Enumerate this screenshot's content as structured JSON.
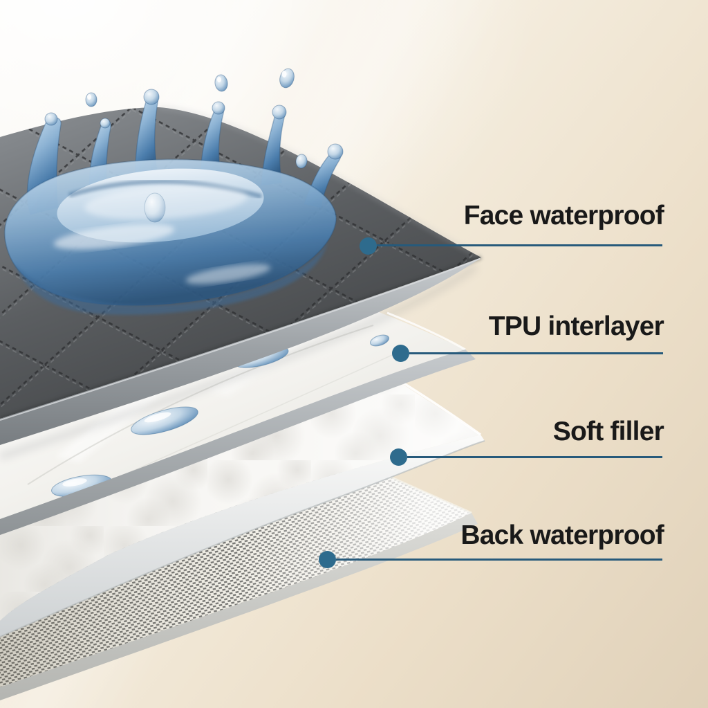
{
  "figure": {
    "kind": "layered-product-diagram",
    "subject": "waterproof pad fabric layers with water splash"
  },
  "callouts": [
    {
      "id": "face",
      "label": "Face waterproof"
    },
    {
      "id": "tpu",
      "label": "TPU interlayer"
    },
    {
      "id": "soft",
      "label": "Soft filler"
    },
    {
      "id": "back",
      "label": "Back waterproof"
    }
  ],
  "layers": [
    {
      "name": "Face waterproof",
      "appearance": "dark gray quilted fabric with diamond stitching",
      "color": "#55585b"
    },
    {
      "name": "TPU interlayer",
      "appearance": "glossy white film with water droplets",
      "color": "#f1f0ec"
    },
    {
      "name": "Soft filler",
      "appearance": "white fluffy padding",
      "color": "#f6f5f2"
    },
    {
      "name": "Back waterproof",
      "appearance": "woven dotted gray fabric",
      "color": "#ebe8dd"
    }
  ],
  "style": {
    "callout_line_color": "#275a7b",
    "callout_dot_color": "#2e6b8d",
    "label_text_color": "#191919",
    "background_top_left": "#faf8f4",
    "background_bottom_right": "#e0d1b9",
    "splash_blue": "#4a7cab"
  }
}
